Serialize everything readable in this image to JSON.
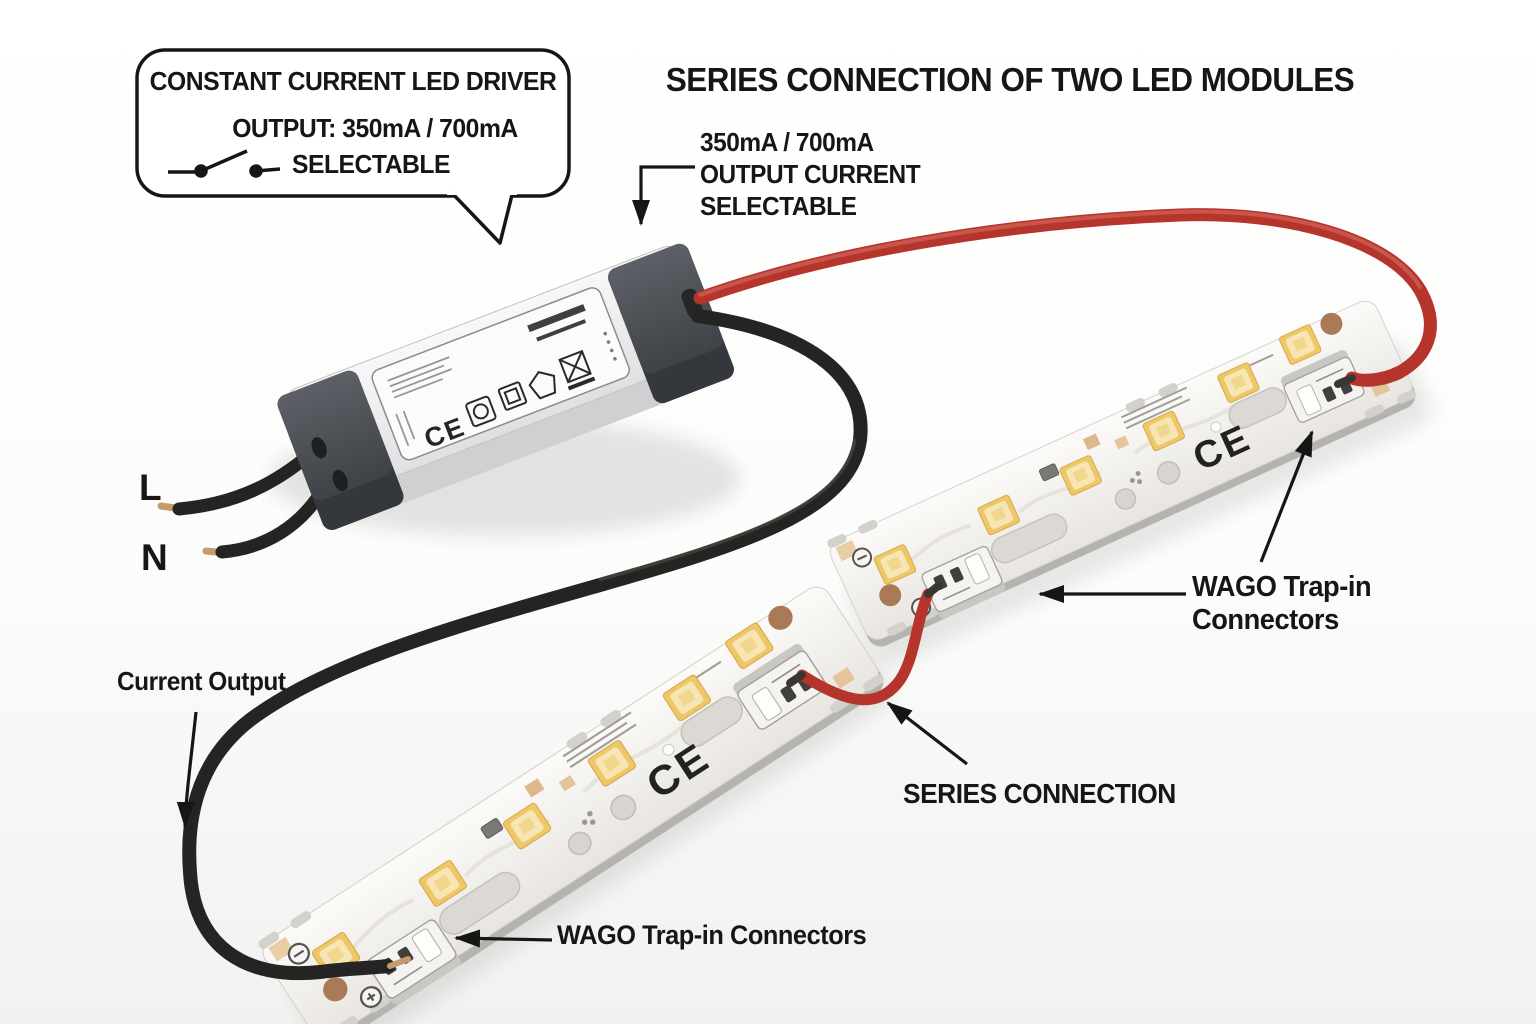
{
  "title": "SERIES CONNECTION OF TWO LED MODULES",
  "callout": {
    "heading": "CONSTANT CURRENT LED DRIVER",
    "output_line": "OUTPUT: 350mA / 700mA",
    "selectable_line": "SELECTABLE",
    "icon": "switch-icon"
  },
  "annotations": {
    "output_current_l1": "350mA / 700mA",
    "output_current_l2": "OUTPUT CURRENT",
    "output_current_l3": "SELECTABLE",
    "live": "L",
    "neutral": "N",
    "current_output": "Current Output",
    "series_connection": "SERIES CONNECTION",
    "wago_right_l1": "WAGO Trap-in",
    "wago_right_l2": "Connectors",
    "wago_bottom": "WAGO Trap-in Connectors"
  },
  "driver": {
    "ce_mark": "CE"
  },
  "led_module": {
    "ce_mark": "CE",
    "led_count": 6,
    "module_count": 2
  },
  "colors": {
    "wire_red": "#b5352c",
    "wire_black": "#242422",
    "led_yellow": "#eec768",
    "pcb_white": "#f4f2ee",
    "driver_cap_gray": "#4d5056",
    "text": "#161614",
    "background": "#fdfdfc"
  }
}
